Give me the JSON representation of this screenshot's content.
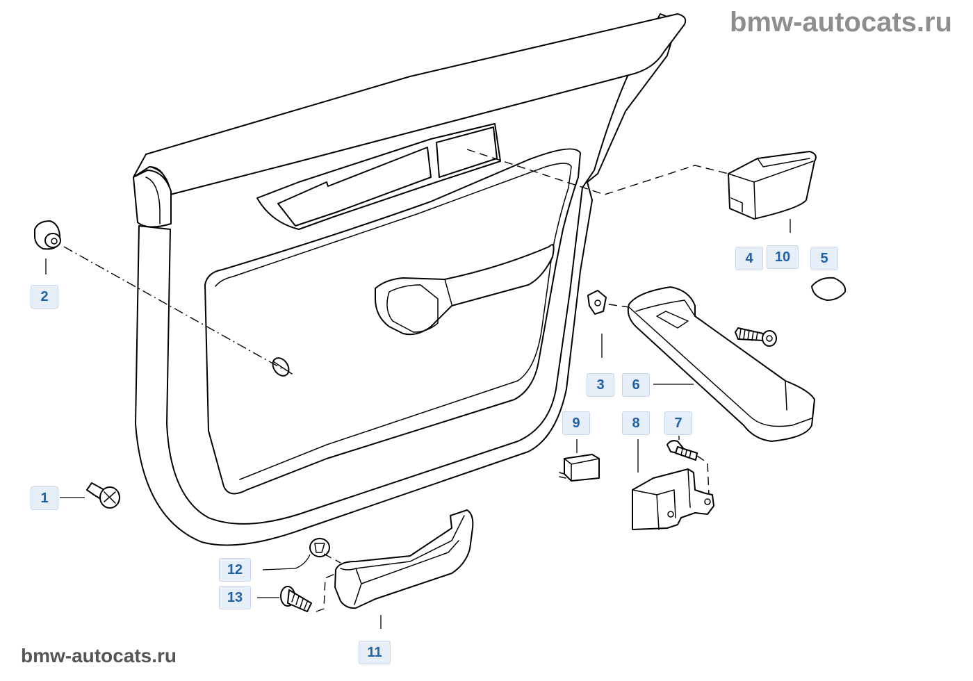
{
  "watermark": {
    "top": "bmw-autocats.ru",
    "bottom": "bmw-autocats.ru"
  },
  "callouts": {
    "c1": "1",
    "c2": "2",
    "c3": "3",
    "c4": "4",
    "c5": "5",
    "c6": "6",
    "c7": "7",
    "c8": "8",
    "c9": "9",
    "c10": "10",
    "c11": "11",
    "c12": "12",
    "c13": "13"
  },
  "colors": {
    "callout_text": "#1f5fa6",
    "callout_bg": "#e6eef8",
    "watermark": "#8e8e8e"
  }
}
